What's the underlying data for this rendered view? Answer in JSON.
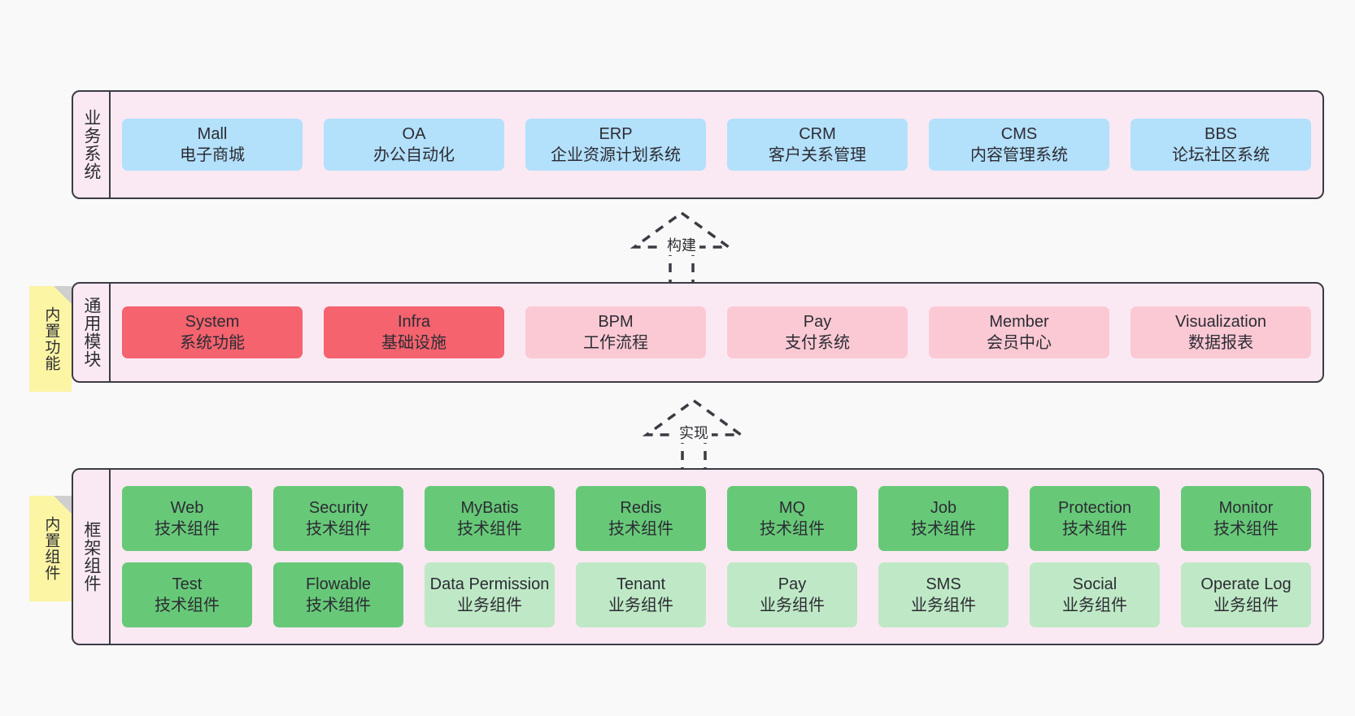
{
  "canvas": {
    "background": "#f9f9f9",
    "layer_fill": "#fae9f3",
    "layer_border": "#3b3b44",
    "note_fill": "#fbf5a4",
    "note_fold": "#cfcfcf"
  },
  "layers": [
    {
      "id": "business-system",
      "title": "业务系统",
      "note": null,
      "rows": [
        {
          "cards": [
            {
              "title": "Mall",
              "subtitle": "电子商城",
              "color": "#b3e0fb",
              "style": "c-blue"
            },
            {
              "title": "OA",
              "subtitle": "办公自动化",
              "color": "#b3e0fb",
              "style": "c-blue"
            },
            {
              "title": "ERP",
              "subtitle": "企业资源计划系统",
              "color": "#b3e0fb",
              "style": "c-blue"
            },
            {
              "title": "CRM",
              "subtitle": "客户关系管理",
              "color": "#b3e0fb",
              "style": "c-blue"
            },
            {
              "title": "CMS",
              "subtitle": "内容管理系统",
              "color": "#b3e0fb",
              "style": "c-blue"
            },
            {
              "title": "BBS",
              "subtitle": "论坛社区系统",
              "color": "#b3e0fb",
              "style": "c-blue"
            }
          ]
        }
      ]
    },
    {
      "id": "common-module",
      "title": "通用模块",
      "note": "内置功能",
      "rows": [
        {
          "cards": [
            {
              "title": "System",
              "subtitle": "系统功能",
              "color": "#f4636e",
              "style": "c-red"
            },
            {
              "title": "Infra",
              "subtitle": "基础设施",
              "color": "#f4636e",
              "style": "c-red"
            },
            {
              "title": "BPM",
              "subtitle": "工作流程",
              "color": "#fbc9d4",
              "style": "c-pink"
            },
            {
              "title": "Pay",
              "subtitle": "支付系统",
              "color": "#fbc9d4",
              "style": "c-pink"
            },
            {
              "title": "Member",
              "subtitle": "会员中心",
              "color": "#fbc9d4",
              "style": "c-pink"
            },
            {
              "title": "Visualization",
              "subtitle": "数据报表",
              "color": "#fbc9d4",
              "style": "c-pink"
            }
          ]
        }
      ]
    },
    {
      "id": "framework-component",
      "title": "框架组件",
      "note": "内置组件",
      "rows": [
        {
          "cards": [
            {
              "title": "Web",
              "subtitle": "技术组件",
              "color": "#67c978",
              "style": "c-green"
            },
            {
              "title": "Security",
              "subtitle": "技术组件",
              "color": "#67c978",
              "style": "c-green"
            },
            {
              "title": "MyBatis",
              "subtitle": "技术组件",
              "color": "#67c978",
              "style": "c-green"
            },
            {
              "title": "Redis",
              "subtitle": "技术组件",
              "color": "#67c978",
              "style": "c-green"
            },
            {
              "title": "MQ",
              "subtitle": "技术组件",
              "color": "#67c978",
              "style": "c-green"
            },
            {
              "title": "Job",
              "subtitle": "技术组件",
              "color": "#67c978",
              "style": "c-green"
            },
            {
              "title": "Protection",
              "subtitle": "技术组件",
              "color": "#67c978",
              "style": "c-green"
            },
            {
              "title": "Monitor",
              "subtitle": "技术组件",
              "color": "#67c978",
              "style": "c-green"
            }
          ]
        },
        {
          "cards": [
            {
              "title": "Test",
              "subtitle": "技术组件",
              "color": "#67c978",
              "style": "c-green"
            },
            {
              "title": "Flowable",
              "subtitle": "技术组件",
              "color": "#67c978",
              "style": "c-green"
            },
            {
              "title": "Data Permission",
              "subtitle": "业务组件",
              "color": "#bfe9c6",
              "style": "c-greenlight",
              "wrap": true
            },
            {
              "title": "Tenant",
              "subtitle": "业务组件",
              "color": "#bfe9c6",
              "style": "c-greenlight"
            },
            {
              "title": "Pay",
              "subtitle": "业务组件",
              "color": "#bfe9c6",
              "style": "c-greenlight"
            },
            {
              "title": "SMS",
              "subtitle": "业务组件",
              "color": "#bfe9c6",
              "style": "c-greenlight"
            },
            {
              "title": "Social",
              "subtitle": "业务组件",
              "color": "#bfe9c6",
              "style": "c-greenlight"
            },
            {
              "title": "Operate Log",
              "subtitle": "业务组件",
              "color": "#bfe9c6",
              "style": "c-greenlight"
            }
          ]
        }
      ]
    }
  ],
  "connectors": [
    {
      "id": "build",
      "label": "构建"
    },
    {
      "id": "implement",
      "label": "实现"
    }
  ]
}
